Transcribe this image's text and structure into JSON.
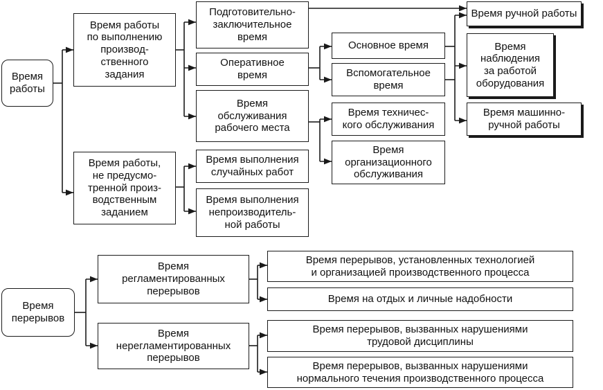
{
  "work_time": {
    "root": "Время\nработы",
    "production_task": "Время работы\nпо выполнению\nпроизвод-\nственного\nзадания",
    "not_planned": "Время работы,\nне предусмо-\nтренной произ-\nводственным\nзаданием",
    "preparatory": "Подготовительно-\nзаключительное\nвремя",
    "operational": "Оперативное\nвремя",
    "workplace_service": "Время\nобслуживания\nрабочего места",
    "main_time": "Основное время",
    "auxiliary_time": "Вспомогательное\nвремя",
    "technical_service": "Время техничес-\nкого обслуживания",
    "organizational_service": "Время\nорганизационного\nобслуживания",
    "random_work": "Время выполнения\nслучайных работ",
    "unproductive_work": "Время выполнения\nнепроизводитель-\nной работы",
    "manual_work": "Время ручной работы",
    "observation": "Время\nнаблюдения\nза работой\nоборудования",
    "machine_manual": "Время машинно-\nручной работы"
  },
  "break_time": {
    "root": "Время\nперерывов",
    "regulated": "Время\nрегламентированных\nперерывов",
    "unregulated": "Время\nнерегламентированных\nперерывов",
    "tech_org": "Время перерывов, установленных технологией\nи организацией производственного процесса",
    "rest": "Время на отдых и личные надобности",
    "labor_discipline": "Время перерывов, вызванных нарушениями\nтрудовой дисциплины",
    "process_violation": "Время перерывов, вызванных нарушениями\nнормального течения производственного процесса"
  }
}
